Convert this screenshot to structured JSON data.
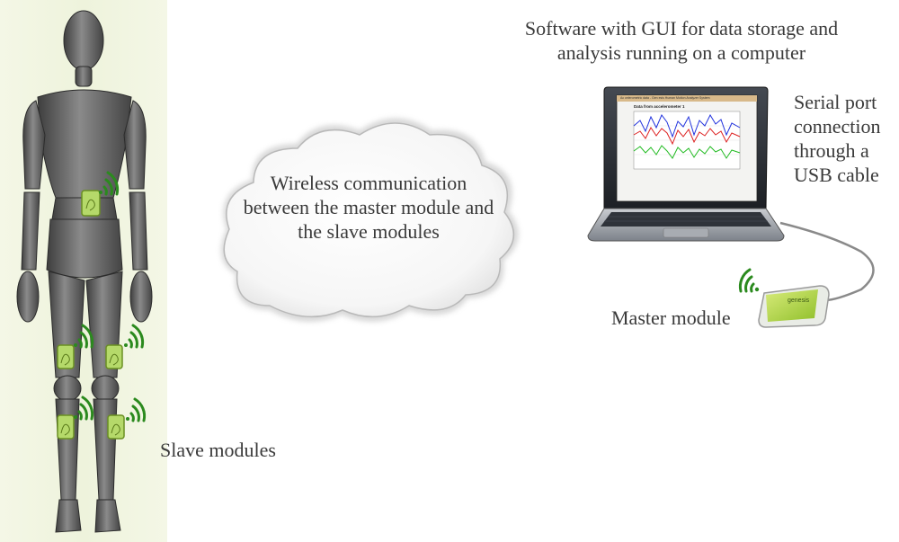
{
  "labels": {
    "cloud": "Wireless communication between the master module and the slave modules",
    "software": "Software with GUI for data storage and analysis running on a computer",
    "serial": "Serial port connection through a USB cable",
    "master": "Master module",
    "slave": "Slave modules"
  },
  "screen": {
    "window_title": "Ac celerometric data - Gen esis Human Motion Analyzer System",
    "plot_title": "Data from accelerometer  1"
  },
  "device_brand": "genesis",
  "colors": {
    "figure": "#6b6b6b",
    "figure_shadow": "#3c3c3c",
    "panel": "#eef3dc",
    "sensor_fill": "#b5d96a",
    "sensor_border": "#6a8f22",
    "wifi": "#2b8a1e",
    "cloud_edge": "#b9b9b9",
    "laptop": "#2a2e35",
    "cable": "#8a8a8a",
    "series_blue": "#2233dd",
    "series_red": "#dd2222",
    "series_green": "#22bb22"
  },
  "icons": [
    "wifi-signal-icon",
    "sensor-module-icon",
    "laptop-icon",
    "usb-cable-icon",
    "cloud-icon"
  ]
}
